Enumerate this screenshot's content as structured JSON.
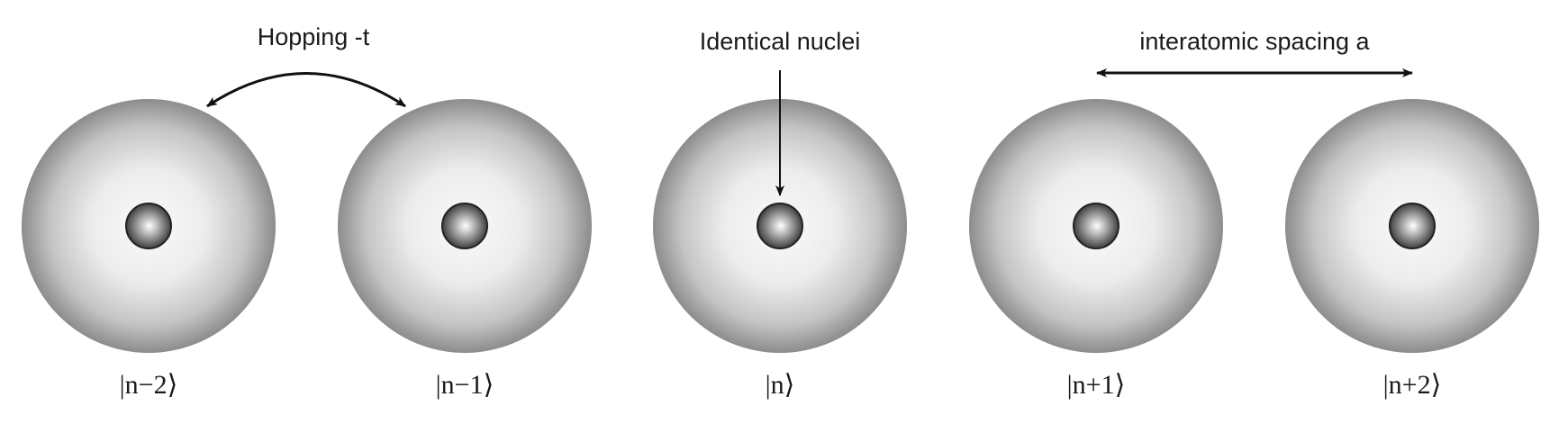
{
  "annotations": {
    "hopping": "Hopping -t",
    "nuclei": "Identical nuclei",
    "spacing": "interatomic spacing a"
  },
  "atoms": [
    {
      "label": "|n−2⟩"
    },
    {
      "label": "|n−1⟩"
    },
    {
      "label": "|n⟩"
    },
    {
      "label": "|n+1⟩"
    },
    {
      "label": "|n+2⟩"
    }
  ],
  "colors": {
    "cloud_light": "#f4f4f4",
    "cloud_dark": "#8c8c8c",
    "nucleus_light": "#f0f0f0",
    "nucleus_dark": "#4a4a4a",
    "ink": "#111111"
  }
}
